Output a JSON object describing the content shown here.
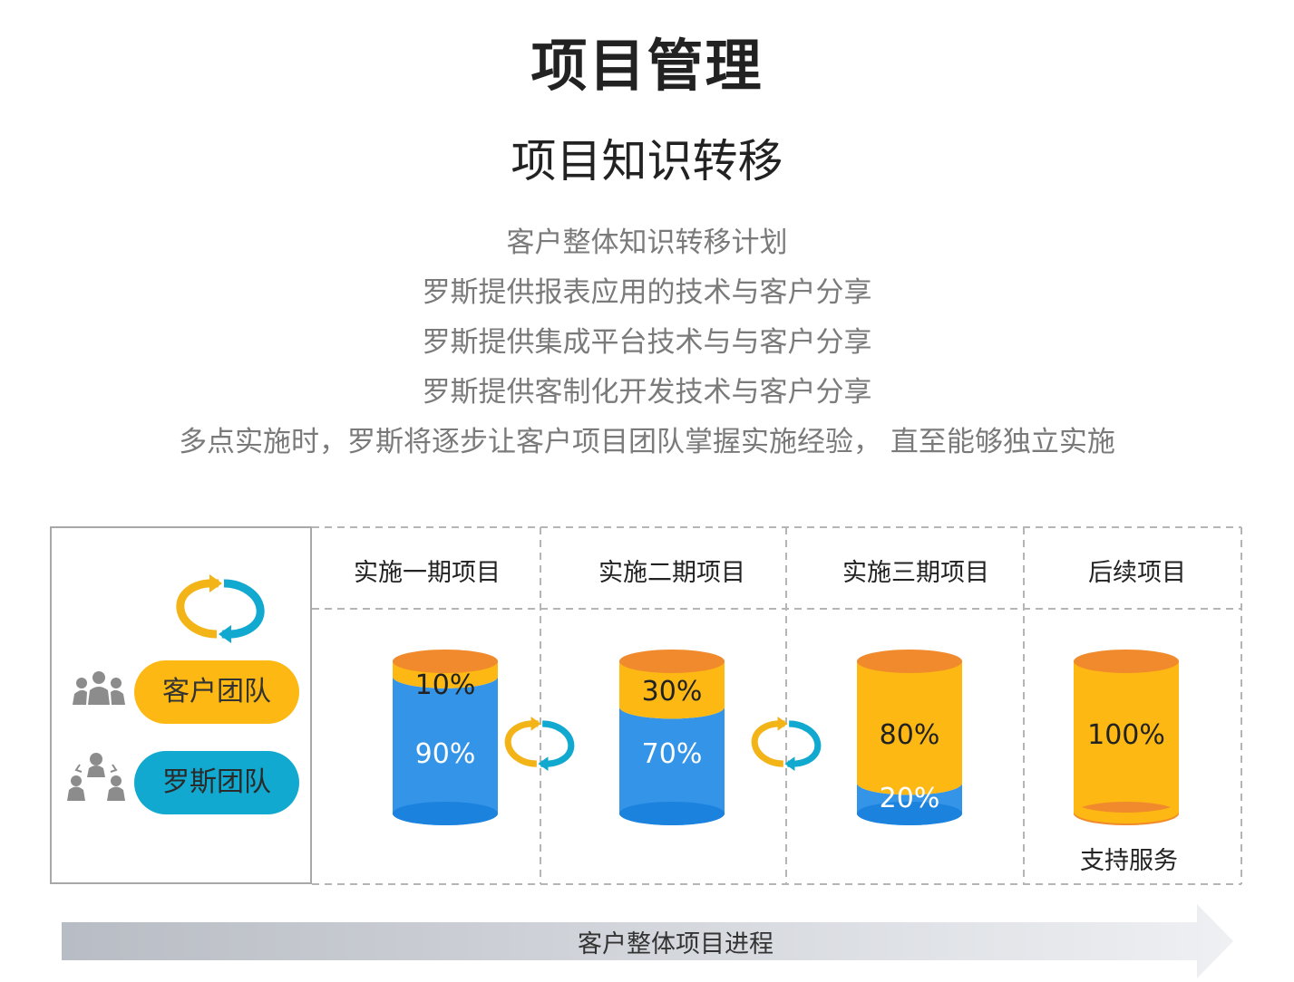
{
  "header": {
    "title": "项目管理",
    "subtitle": "项目知识转移"
  },
  "bullets": [
    "客户整体知识转移计划",
    "罗斯提供报表应用的技术与客户分享",
    "罗斯提供集成平台技术与与客户分享",
    "罗斯提供客制化开发技术与客户分享",
    "多点实施时，罗斯将逐步让客户项目团队掌握实施经验， 直至能够独立实施"
  ],
  "teams": {
    "client_label": "客户团队",
    "ross_label": "罗斯团队"
  },
  "phases": [
    {
      "label": "实施一期项目",
      "client_pct": 10,
      "ross_pct": 90,
      "client_text": "10%",
      "ross_text": "90%"
    },
    {
      "label": "实施二期项目",
      "client_pct": 30,
      "ross_pct": 70,
      "client_text": "30%",
      "ross_text": "70%"
    },
    {
      "label": "实施三期项目",
      "client_pct": 80,
      "ross_pct": 20,
      "client_text": "80%",
      "ross_text": "20%"
    },
    {
      "label": "后续项目",
      "client_pct": 100,
      "ross_pct": 0,
      "client_text": "100%",
      "ross_text": ""
    }
  ],
  "support_label": "支持服务",
  "progress_label": "客户整体项目进程",
  "colors": {
    "client": "#fdb813",
    "ross": "#3494e8",
    "cap": "#f08a2c",
    "ross_bottom": "#1b82dd",
    "teal": "#11a9cf",
    "gold": "#f2b417"
  }
}
